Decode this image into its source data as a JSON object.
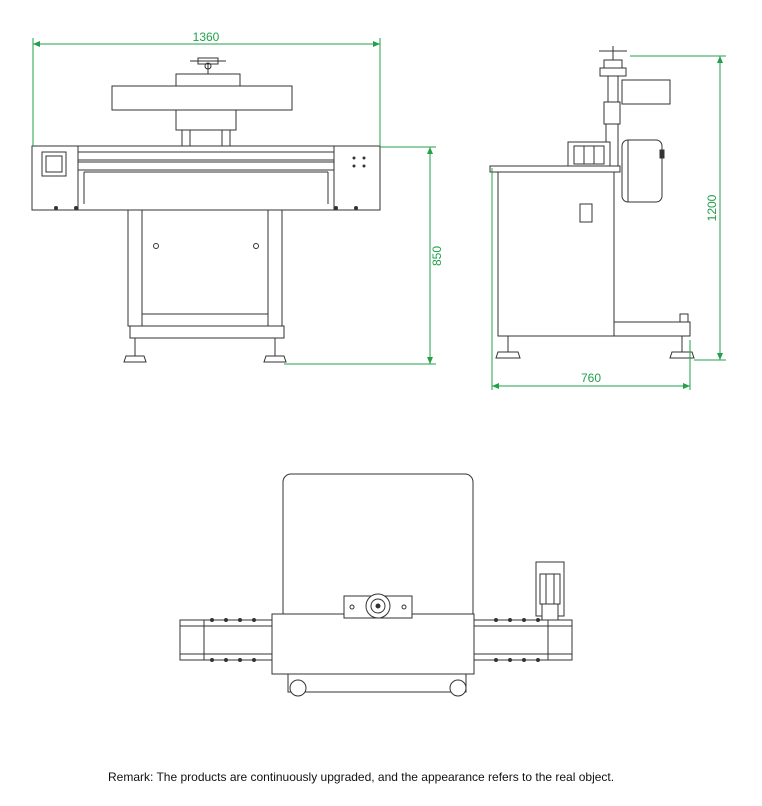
{
  "dimensions": {
    "front_width": "1360",
    "front_height": "850",
    "side_height": "1200",
    "side_depth": "760"
  },
  "remark": "Remark: The products are continuously upgraded, and the appearance refers to the real object."
}
